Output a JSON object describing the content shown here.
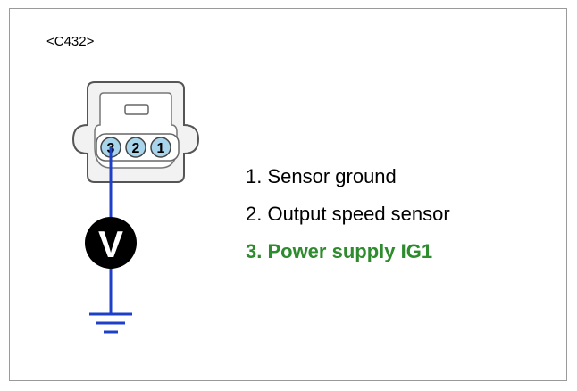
{
  "connector": {
    "id_label": "<C432>",
    "pins": [
      "3",
      "2",
      "1"
    ],
    "meter_symbol": "V"
  },
  "legend": {
    "items": [
      {
        "text": "1. Sensor ground",
        "color": "#000000",
        "bold": false
      },
      {
        "text": "2. Output speed sensor",
        "color": "#000000",
        "bold": false
      },
      {
        "text": "3. Power supply IG1",
        "color": "#2e8b2e",
        "bold": true
      }
    ]
  },
  "colors": {
    "wire": "#1e3fc8",
    "pin_fill": "#a8d4ec",
    "meter": "#000000",
    "connector_body": "#f2f2f2",
    "outline": "#555555"
  }
}
